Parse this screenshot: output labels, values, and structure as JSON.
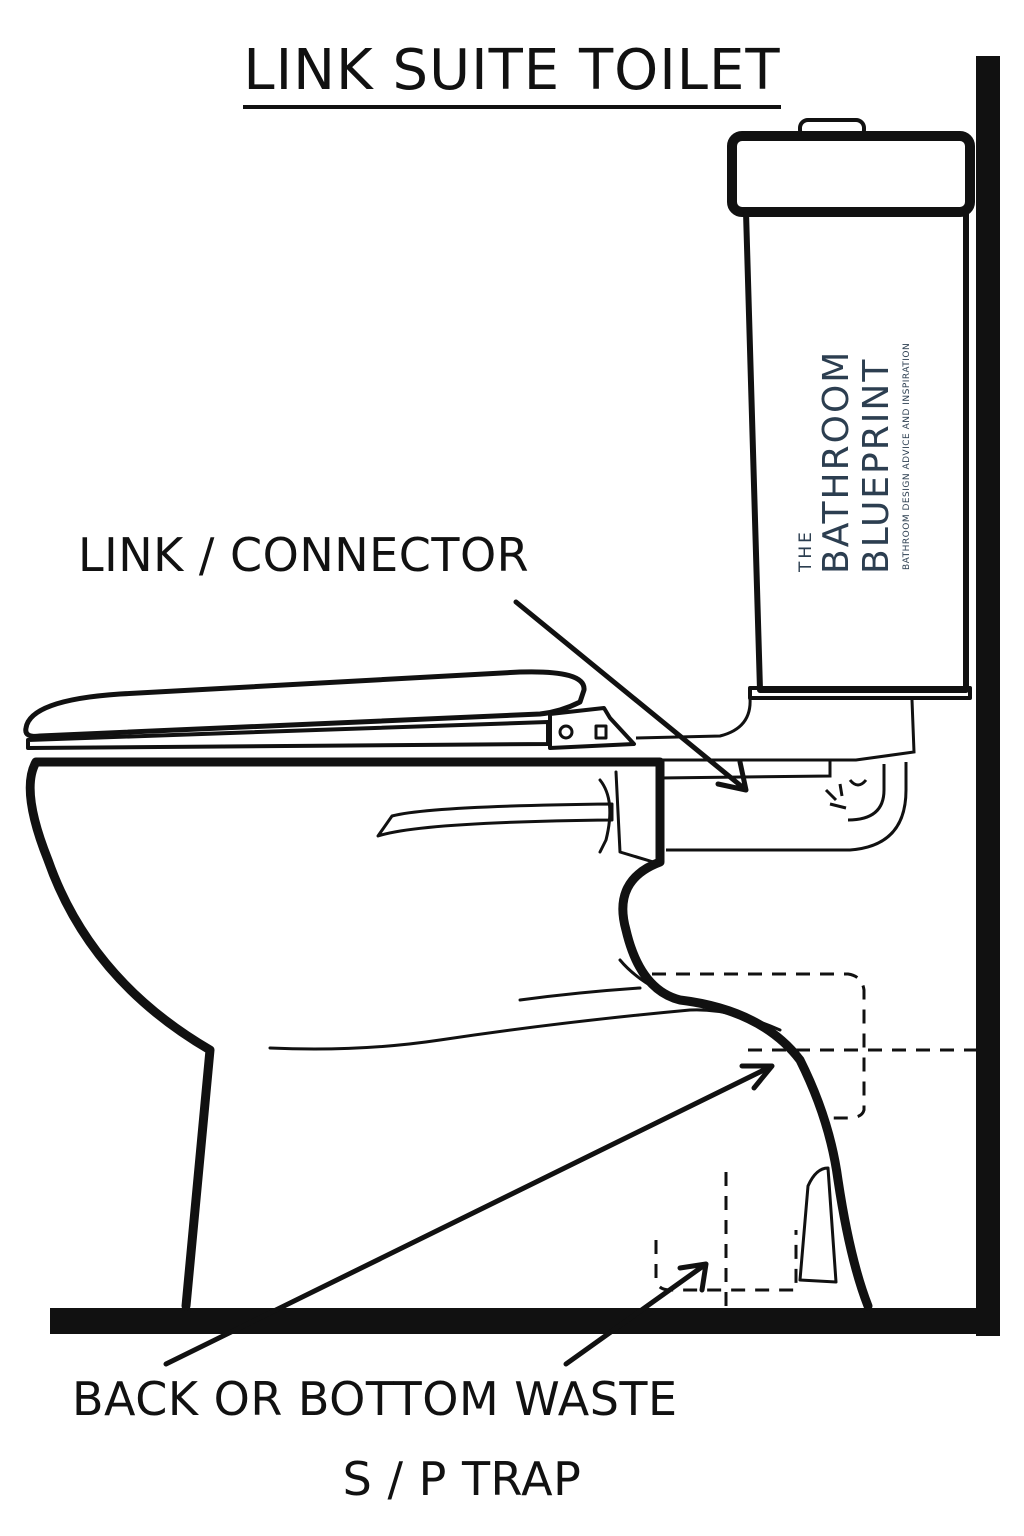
{
  "title": "LINK SUITE TOILET",
  "labels": {
    "link": "LINK / CONNECTOR",
    "waste_line1": "BACK OR BOTTOM WASTE",
    "waste_line2": "S / P TRAP"
  },
  "brand": {
    "the": "THE",
    "line1": "BATHROOM",
    "line2": "BLUEPRINT",
    "tagline": "BATHROOM DESIGN ADVICE AND INSPIRATION"
  },
  "colors": {
    "ink": "#111111",
    "brand": "#2c3e50",
    "background": "#ffffff"
  }
}
